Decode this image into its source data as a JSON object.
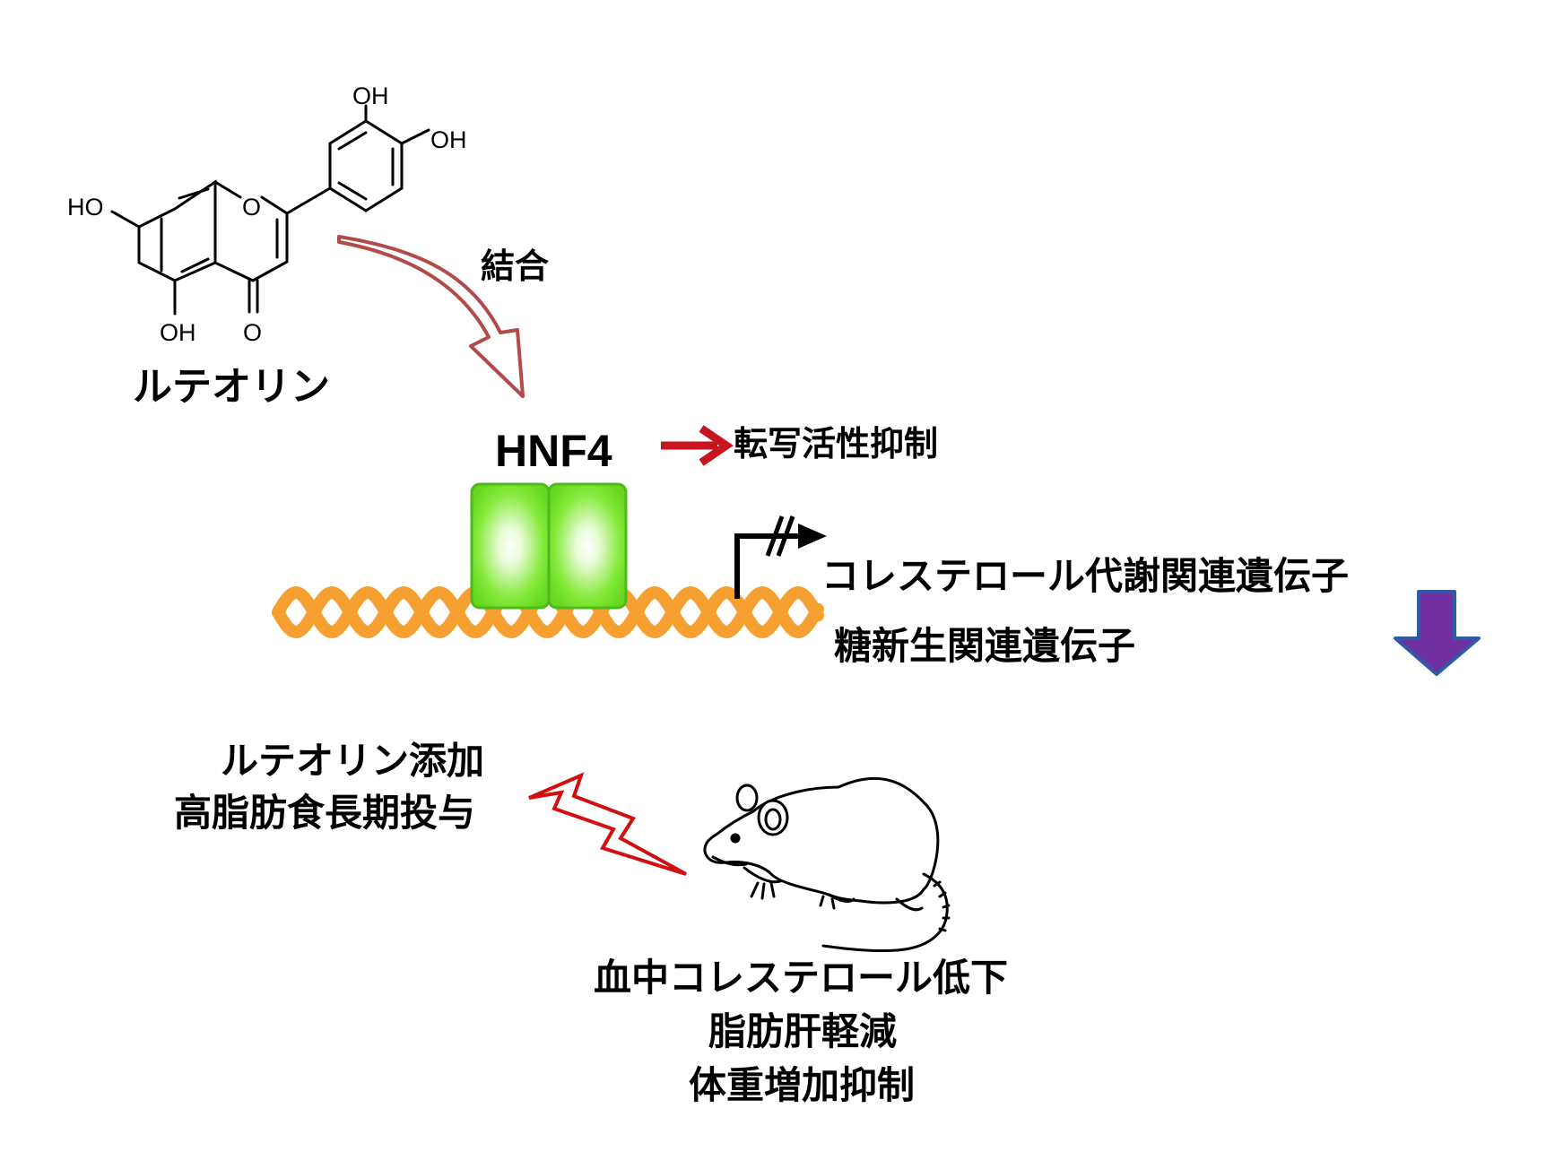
{
  "compound": {
    "name": "ルテオリン",
    "atom_labels": {
      "oh_top": "OH",
      "oh_right": "OH",
      "ho_left": "HO",
      "oh_bottom": "OH",
      "ring_o": "O",
      "carbonyl_o": "O"
    }
  },
  "binding_label": "結合",
  "protein_label": "HNF4",
  "effect_label": "転写活性抑制",
  "target_genes": [
    "コレステロール代謝関連遺伝子",
    "糖新生関連遺伝子"
  ],
  "treatment": [
    "ルテオリン添加",
    "高脂肪食長期投与"
  ],
  "outcomes": [
    "血中コレステロール低下",
    "脂肪肝軽減",
    "体重増加抑制"
  ],
  "colors": {
    "dna": "#f7a032",
    "protein": "#76e62a",
    "red_arrow": "#c8141e",
    "curved_arrow": "#b24a4a",
    "down_arrow": "#7030a0",
    "down_arrow_edge": "#2e5aa8"
  },
  "icons": [
    "curved-binding-arrow",
    "dna-helix",
    "transcription-start-arrow",
    "down-arrow",
    "lightning-bolt",
    "mouse-illustration"
  ]
}
